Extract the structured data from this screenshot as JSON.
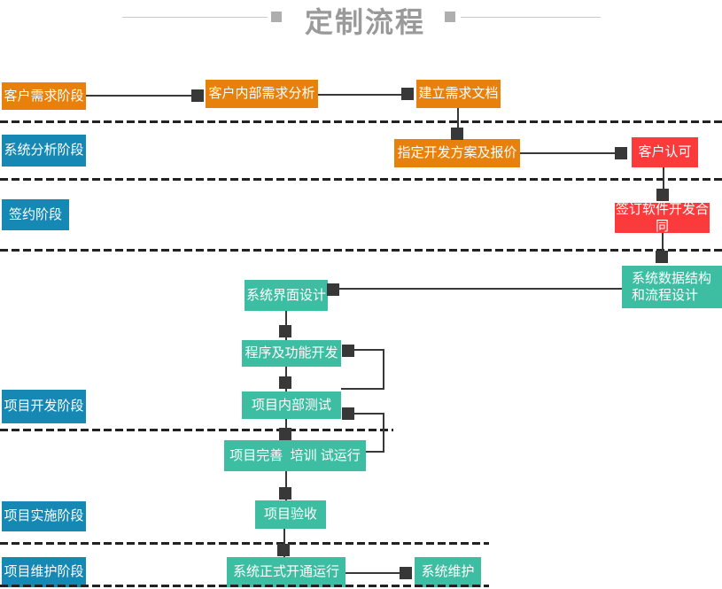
{
  "title": "定制流程",
  "colors": {
    "orange": "#E8800C",
    "blue": "#1688B4",
    "teal": "#3DBDA1",
    "red": "#FB3B3B",
    "connector": "#383838",
    "title_gray": "#9A9A9A"
  },
  "phases": [
    {
      "label": "客户需求阶段",
      "color": "orange"
    },
    {
      "label": "系统分析阶段",
      "color": "blue"
    },
    {
      "label": "签约阶段",
      "color": "blue"
    },
    {
      "label": "项目开发阶段",
      "color": "blue"
    },
    {
      "label": "项目实施阶段",
      "color": "blue"
    },
    {
      "label": "项目维护阶段",
      "color": "blue"
    }
  ],
  "nodes": [
    {
      "label": "客户内部需求分析",
      "color": "orange"
    },
    {
      "label": "建立需求文档",
      "color": "orange"
    },
    {
      "label": "指定开发方案及报价",
      "color": "orange"
    },
    {
      "label": "客户认可",
      "color": "red"
    },
    {
      "label": "签订软件开发合同",
      "color": "red"
    },
    {
      "label": "系统数据结构\n和流程设计",
      "color": "teal"
    },
    {
      "label": "系统界面设计",
      "color": "teal"
    },
    {
      "label": "程序及功能开发",
      "color": "teal"
    },
    {
      "label": "项目内部测试",
      "color": "teal"
    },
    {
      "label": "项目完善  培训 试运行",
      "color": "teal"
    },
    {
      "label": "项目验收",
      "color": "teal"
    },
    {
      "label": "系统正式开通运行",
      "color": "teal"
    },
    {
      "label": "系统维护",
      "color": "teal"
    }
  ]
}
